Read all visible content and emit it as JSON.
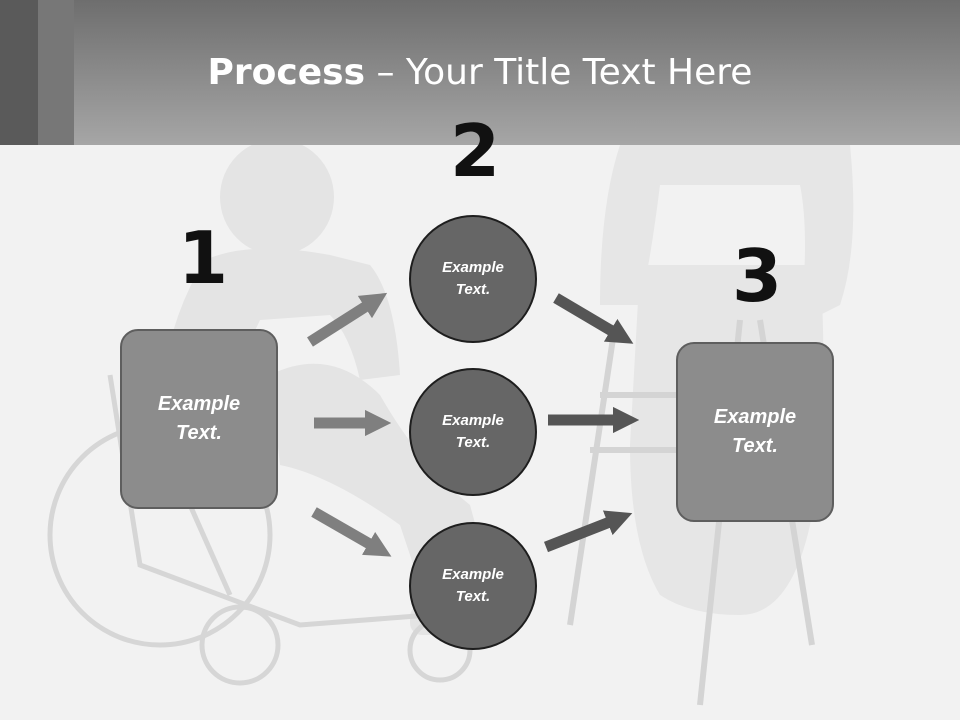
{
  "header": {
    "title_bold": "Process",
    "title_rest": " – Your Title Text Here"
  },
  "steps": {
    "one": "1",
    "two": "2",
    "three": "3"
  },
  "box_left": "Example Text.",
  "box_right": "Example Text.",
  "circles": [
    "Example Text.",
    "Example Text.",
    "Example Text."
  ]
}
